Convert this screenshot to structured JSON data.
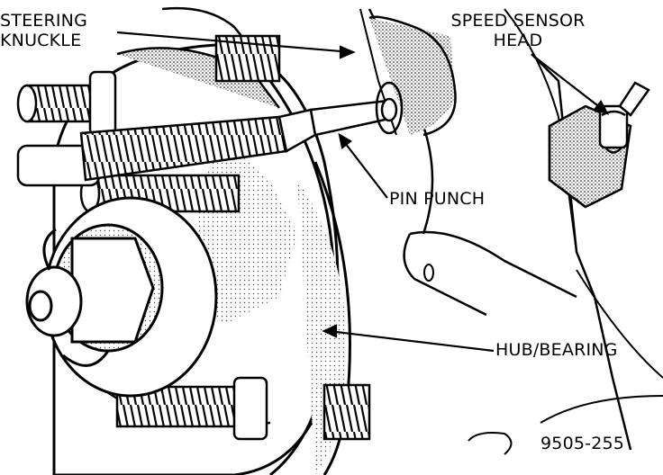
{
  "labels": {
    "steering_knuckle_line1": "STEERING",
    "steering_knuckle_line2": "KNUCKLE",
    "speed_sensor_line1": "SPEED SENSOR",
    "speed_sensor_line2": "HEAD",
    "pin_punch": "PIN PUNCH",
    "hub_bearing": "HUB/BEARING",
    "figure_number": "9505-255"
  }
}
